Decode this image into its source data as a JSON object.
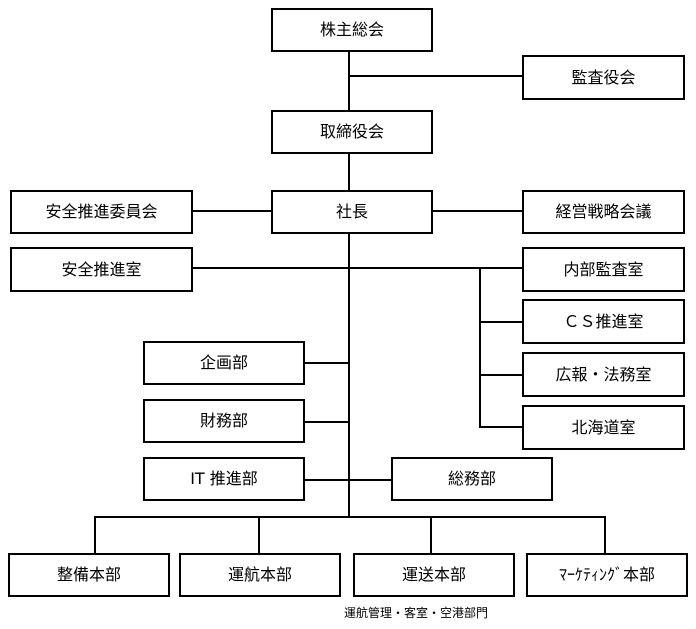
{
  "org_chart": {
    "shareholders_meeting": "株主総会",
    "audit_board": "監査役会",
    "board_of_directors": "取締役会",
    "president": "社長",
    "safety_committee": "安全推進委員会",
    "management_strategy_council": "経営戦略会議",
    "safety_office": "安全推進室",
    "internal_audit_office": "内部監査室",
    "cs_office": "ＣＳ推進室",
    "pr_legal_office": "広報・法務室",
    "hokkaido_office": "北海道室",
    "planning_dept": "企画部",
    "finance_dept": "財務部",
    "it_dept": "IT 推進部",
    "general_affairs_dept": "総務部",
    "maintenance_division": "整備本部",
    "flight_operations_division": "運航本部",
    "transportation_division": "運送本部",
    "marketing_division": "ﾏｰｹﾃｨﾝｸﾞ本部",
    "transportation_note": "運航管理・客室・空港部門"
  }
}
